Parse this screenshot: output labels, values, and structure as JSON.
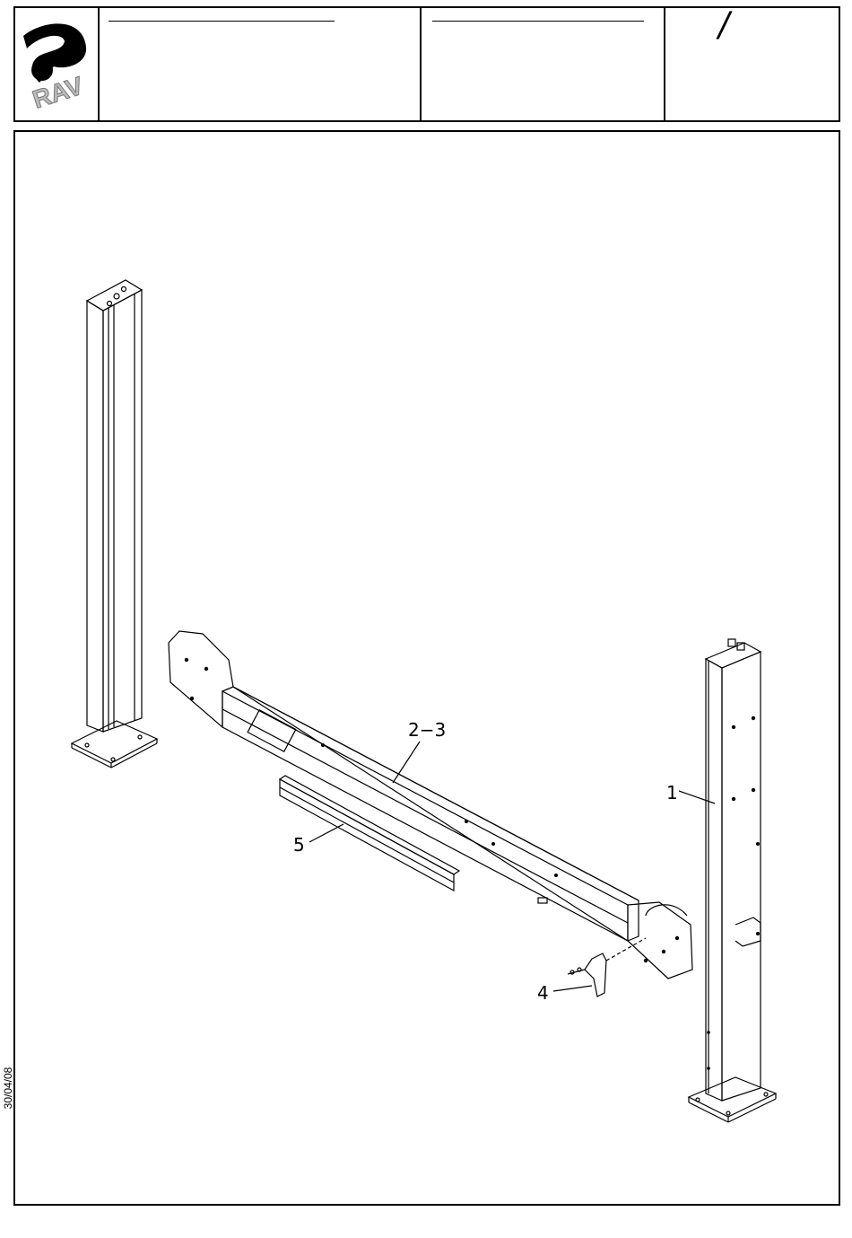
{
  "header": {
    "logo_text": "RAV",
    "sheet_separator": "/"
  },
  "callouts": {
    "c1": "1",
    "c23": "2−3",
    "c4": "4",
    "c5": "5"
  },
  "footer": {
    "date": "30/04/08"
  }
}
